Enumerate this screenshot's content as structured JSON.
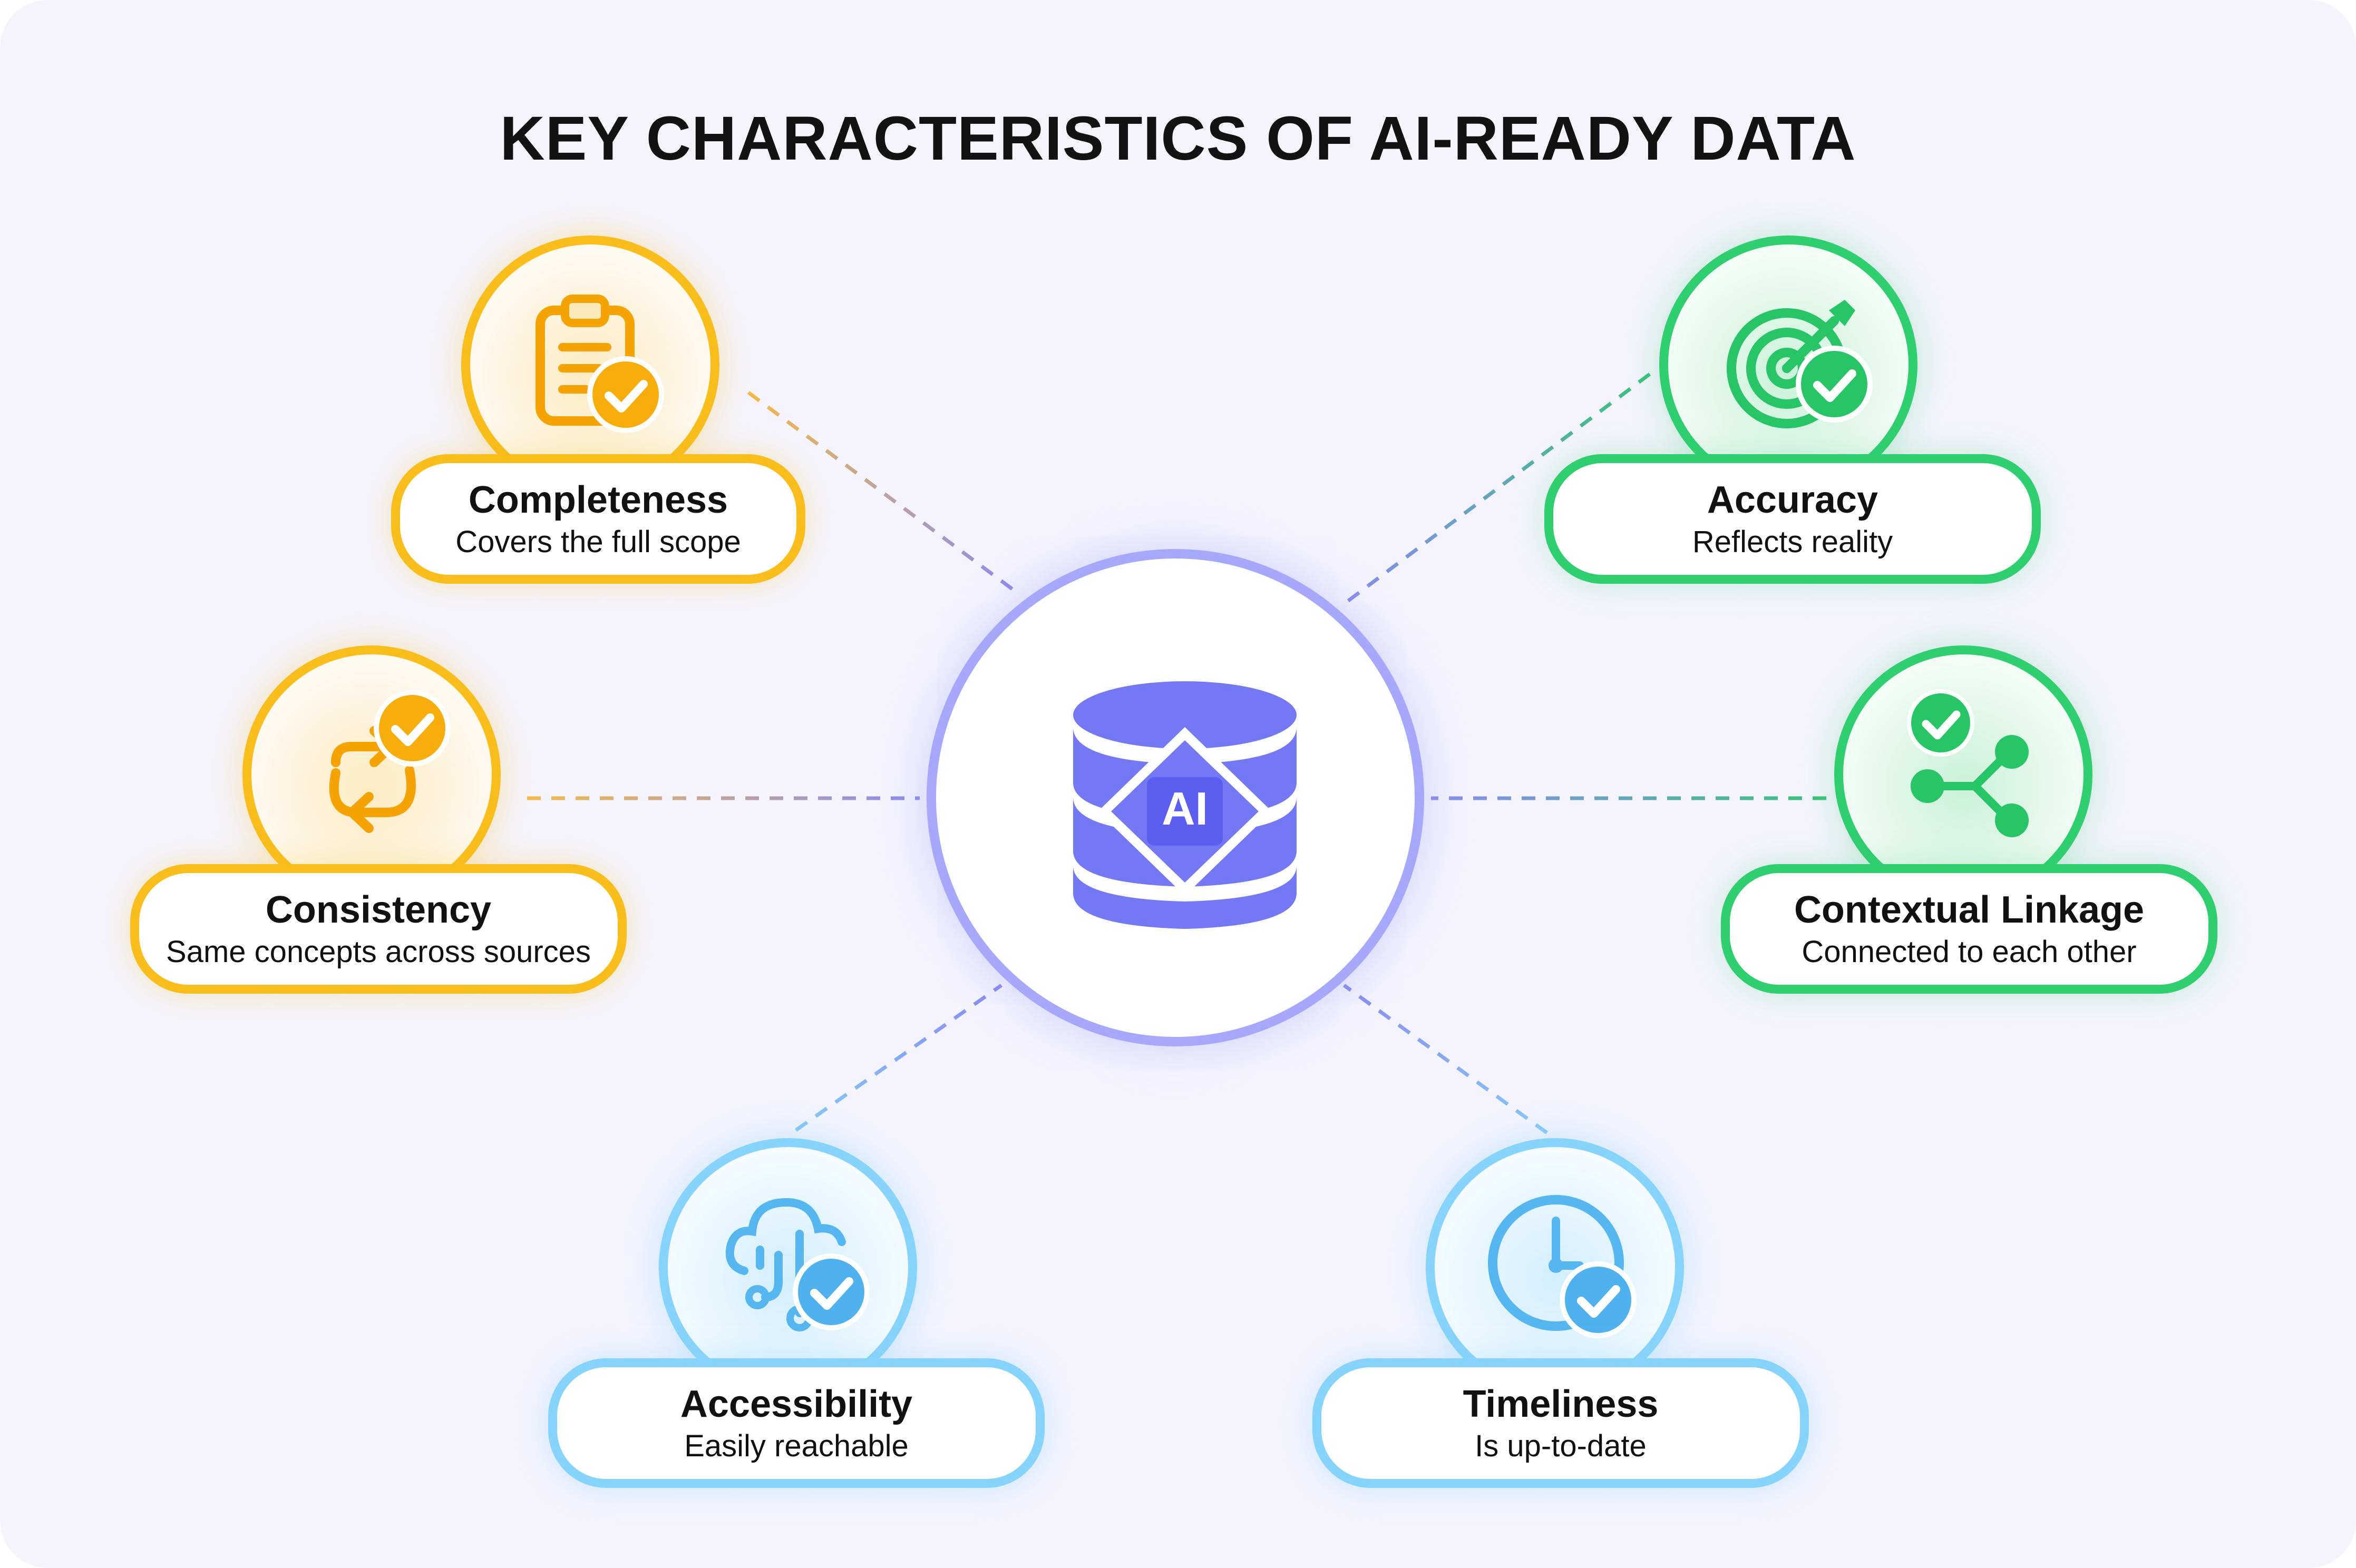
{
  "title": "KEY CHARACTERISTICS OF AI-READY DATA",
  "hub": {
    "label": "AI",
    "icon": "database-ai-icon"
  },
  "colors": {
    "background": "#f5f4fd",
    "hub_border": "#a6a8fb",
    "hub_fill": "#7578f4",
    "yellow": "#f9bd1c",
    "green": "#2fce6f",
    "blue": "#86d3fb"
  },
  "characteristics": {
    "completeness": {
      "title": "Completeness",
      "description": "Covers the full scope",
      "icon": "clipboard-check-icon",
      "color": "yellow"
    },
    "consistency": {
      "title": "Consistency",
      "description": "Same concepts across sources",
      "icon": "sync-arrows-check-icon",
      "color": "yellow"
    },
    "accessibility": {
      "title": "Accessibility",
      "description": "Easily reachable",
      "icon": "cloud-network-check-icon",
      "color": "blue"
    },
    "accuracy": {
      "title": "Accuracy",
      "description": "Reflects reality",
      "icon": "target-check-icon",
      "color": "green"
    },
    "contextual_linkage": {
      "title": "Contextual Linkage",
      "description": "Connected to each other",
      "icon": "share-nodes-check-icon",
      "color": "green"
    },
    "timeliness": {
      "title": "Timeliness",
      "description": "Is up-to-date",
      "icon": "clock-check-icon",
      "color": "blue"
    }
  }
}
